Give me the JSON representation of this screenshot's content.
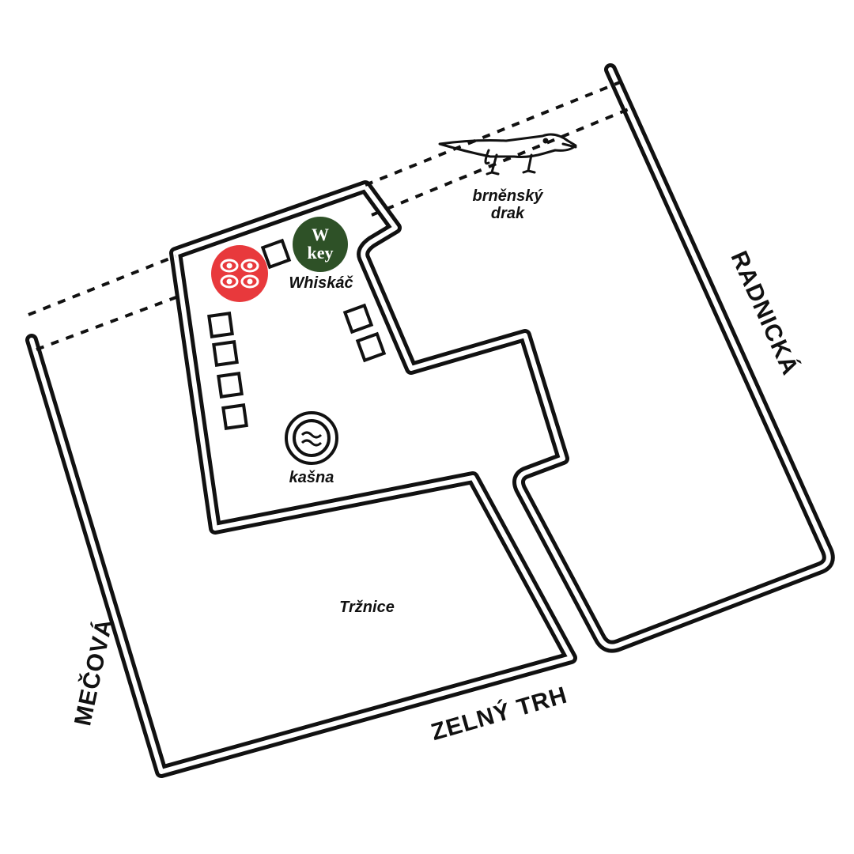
{
  "streets": {
    "radnicka": "RADNICKÁ",
    "mecova": "MEČOVÁ",
    "zelny_trh": "ZELNÝ TRH"
  },
  "places": {
    "dragon": [
      "brněnský",
      "drak"
    ],
    "whiskac": "Whiskáč",
    "kasna": "kašna",
    "trznice": "Tržnice"
  },
  "logos": {
    "red_logo": {
      "color": "#e8393c",
      "icon": "knot-pattern-icon"
    },
    "whiskey_logo": {
      "color": "#2e5127",
      "text_top": "W",
      "text_bottom": "key",
      "icon": "whiskey-logo-icon"
    }
  },
  "colors": {
    "ink": "#111111",
    "background": "#ffffff"
  }
}
